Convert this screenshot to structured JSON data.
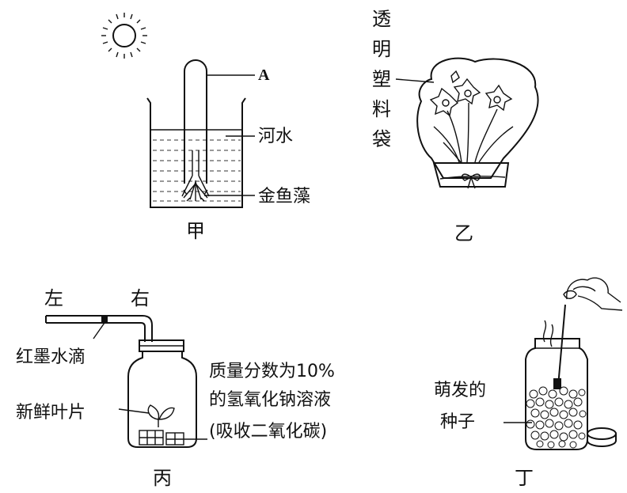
{
  "jia": {
    "label_A": "A",
    "label_water": "河水",
    "label_plant": "金鱼藻",
    "caption": "甲"
  },
  "yi": {
    "bag_label": [
      "透",
      "明",
      "塑",
      "料",
      "袋"
    ],
    "caption": "乙"
  },
  "bing": {
    "left": "左",
    "right": "右",
    "droplet": "红墨水滴",
    "leaf": "新鲜叶片",
    "solution_line1": "质量分数为10%",
    "solution_line2": "的氢氧化钠溶液",
    "solution_line3": "(吸收二氧化碳)",
    "caption": "丙"
  },
  "ding": {
    "seeds_line1": "萌发的",
    "seeds_line2": "种子",
    "caption": "丁"
  }
}
